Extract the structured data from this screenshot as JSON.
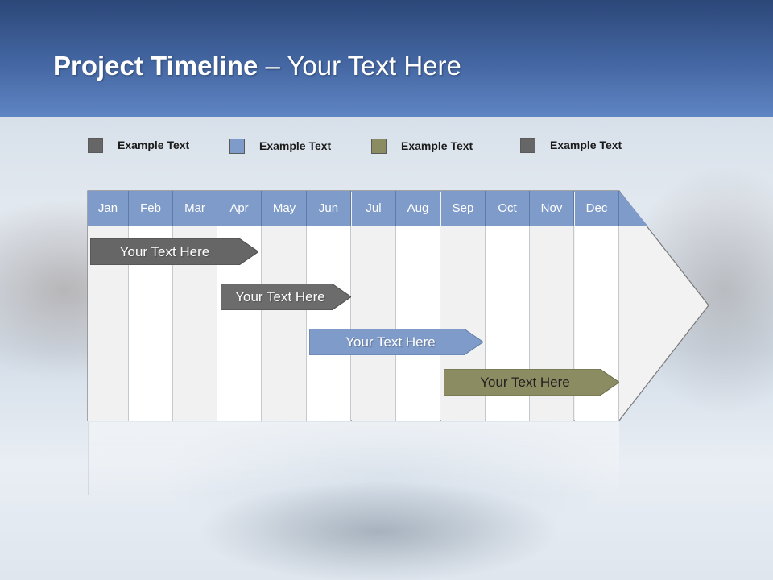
{
  "header": {
    "title_bold": "Project Timeline",
    "title_rest": " – Your Text Here"
  },
  "legend": [
    {
      "label": "Example Text",
      "color": "#666666"
    },
    {
      "label": "Example Text",
      "color": "#7f9bc9"
    },
    {
      "label": "Example Text",
      "color": "#8c8c63"
    },
    {
      "label": "Example Text",
      "color": "#666666"
    }
  ],
  "months": [
    "Jan",
    "Feb",
    "Mar",
    "Apr",
    "May",
    "Jun",
    "Jul",
    "Aug",
    "Sep",
    "Oct",
    "Nov",
    "Dec"
  ],
  "bars": [
    {
      "label": "Your  Text Here",
      "color": "#666666"
    },
    {
      "label": "Your  Text Here",
      "color": "#6c6c6c"
    },
    {
      "label": "Your  Text Here",
      "color": "#7f9bc9"
    },
    {
      "label": "Your  Text Here",
      "color": "#8c8c63"
    }
  ],
  "colors": {
    "header": "#3a5a95",
    "month_header": "#7f9bc9"
  }
}
